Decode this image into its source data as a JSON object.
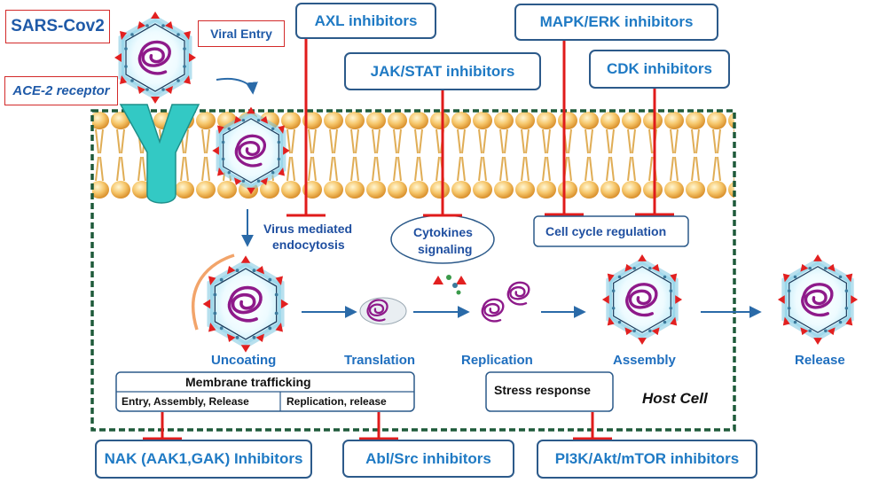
{
  "virus_labels": {
    "name": "SARS-Cov2",
    "viral_entry": "Viral Entry",
    "receptor": "ACE-2 receptor"
  },
  "inhibitors": {
    "axl": "AXL inhibitors",
    "jak_stat": "JAK/STAT inhibitors",
    "mapk_erk": "MAPK/ERK inhibitors",
    "cdk": "CDK inhibitors",
    "nak": "NAK (AAK1,GAK) Inhibitors",
    "abl_src": "Abl/Src inhibitors",
    "pi3k": "PI3K/Akt/mTOR inhibitors"
  },
  "processes": {
    "endocytosis_line1": "Virus mediated",
    "endocytosis_line2": "endocytosis",
    "cytokines_line1": "Cytokines",
    "cytokines_line2": "signaling",
    "cell_cycle": "Cell cycle regulation",
    "membrane_title": "Membrane trafficking",
    "membrane_left": "Entry, Assembly, Release",
    "membrane_right": "Replication, release",
    "stress": "Stress response",
    "host_cell": "Host Cell"
  },
  "stages": {
    "uncoating": "Uncoating",
    "translation": "Translation",
    "replication": "Replication",
    "assembly": "Assembly",
    "release": "Release"
  },
  "colors": {
    "inhibitor_text": "#1f7ac4",
    "inhibitor_border": "#2c5a8a",
    "inhibition_line": "#e01b1b",
    "flow_arrow": "#2a6aa8",
    "host_border": "#1e5a3a",
    "receptor": "#33c9c4",
    "rna": "#8e1a8a",
    "spike": "#e22020"
  }
}
